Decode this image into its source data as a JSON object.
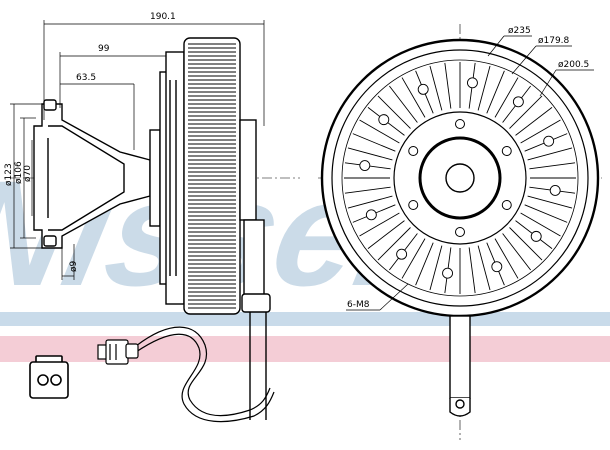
{
  "watermark": {
    "text": "Nissens",
    "color": "#b9cfe0"
  },
  "band_colors": {
    "blue": "#c9dbea",
    "pink": "#f4cdd6"
  },
  "side_view": {
    "dimensions": {
      "overall_length": "190.1",
      "hub_to_face": "99",
      "flange_offset": "63.5",
      "dia_outer": "ø123",
      "dia_mid": "ø106",
      "dia_inner": "ø70",
      "flange_thickness": "ø9"
    }
  },
  "front_view": {
    "dimensions": {
      "dia_235": "ø235",
      "dia_179": "ø179.8",
      "dia_200": "ø200.5",
      "bolt_pattern": "6-M8"
    }
  },
  "connector": {
    "icon": "electrical-connector-icon"
  }
}
